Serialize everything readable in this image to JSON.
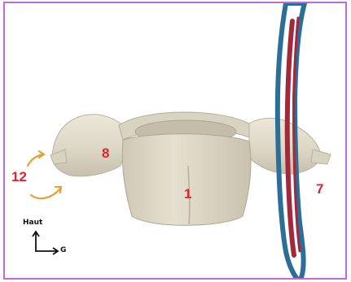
{
  "labels": {
    "vertebral_body": "1",
    "nerve_root": "7",
    "articular_process": "8",
    "transverse_process": "12"
  },
  "orientation": {
    "up": "Haut",
    "side": "G"
  },
  "colors": {
    "frame": "#c26ad8",
    "label": "#e0242e",
    "artery_outer": "#2b6f99",
    "artery_inner": "#a2283c",
    "arrow": "#e4a23a",
    "bone": "#e3ddcc"
  }
}
